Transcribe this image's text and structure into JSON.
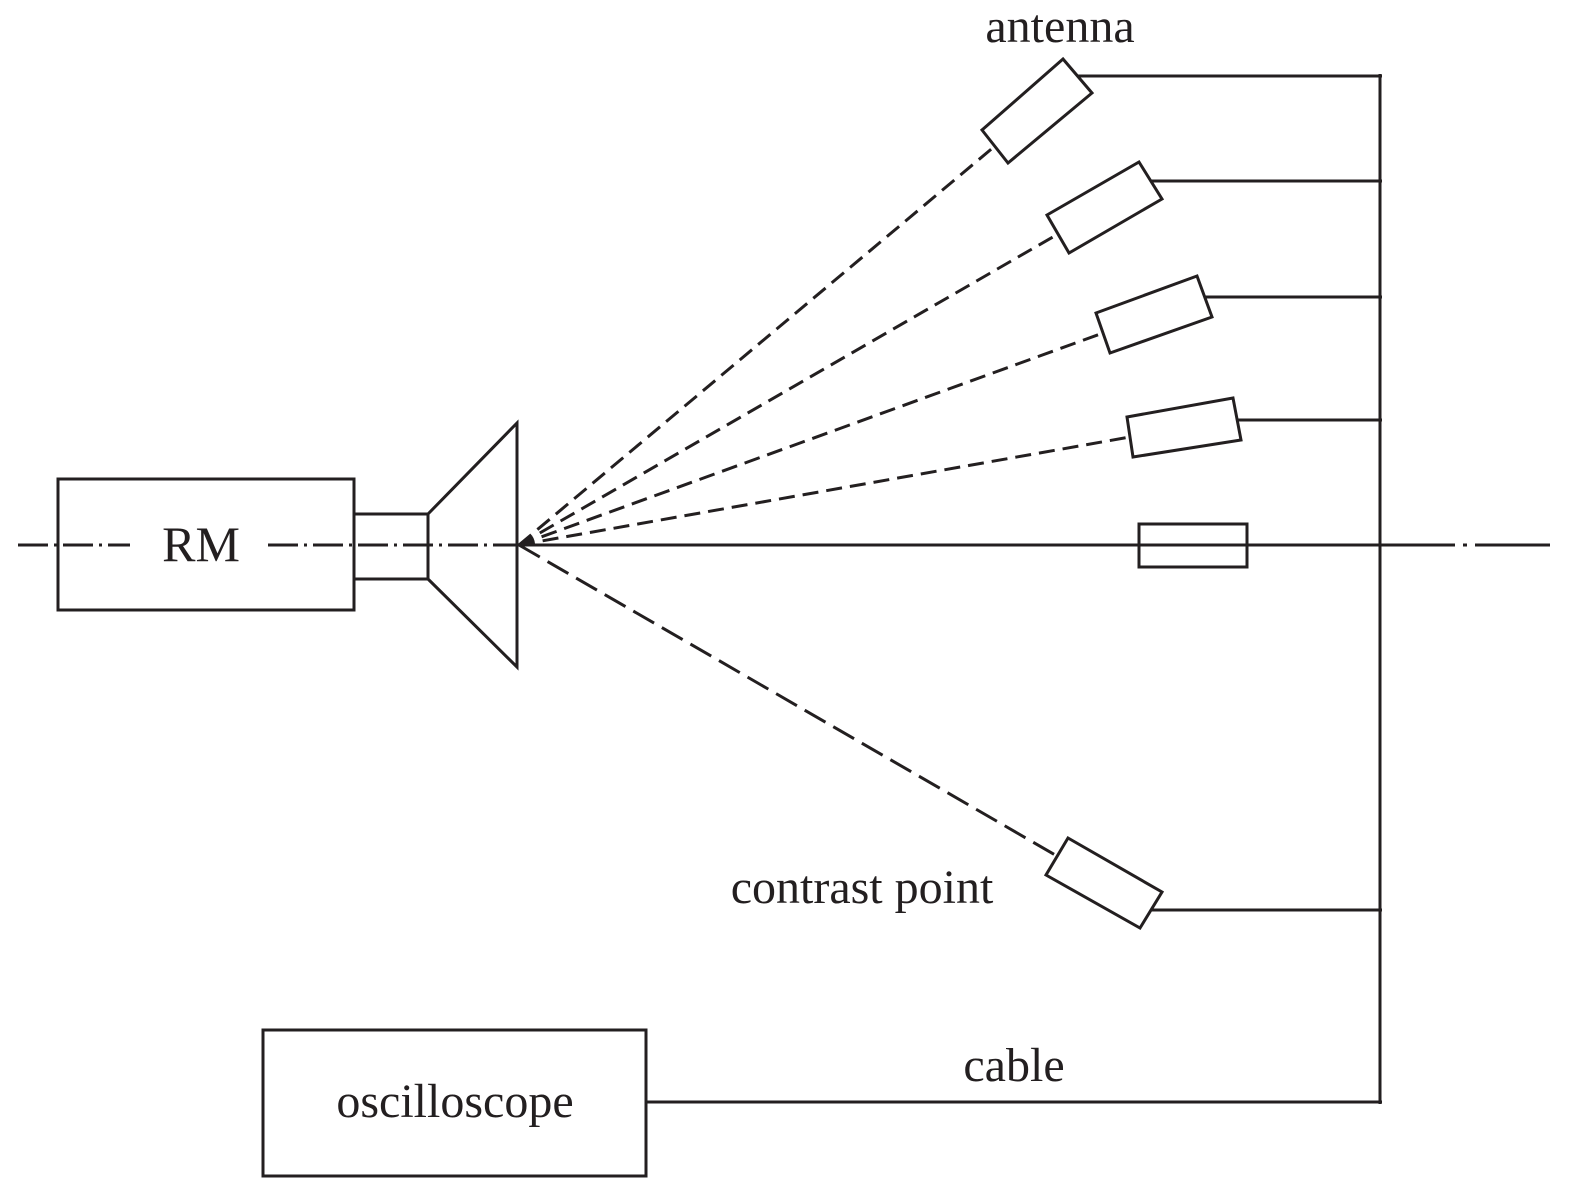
{
  "diagram": {
    "colors": {
      "ink": "#231f20",
      "background": "#ffffff"
    },
    "labels": {
      "rm": "RM",
      "antenna": "antenna",
      "contrast_point": "contrast point",
      "cable": "cable",
      "oscilloscope": "oscilloscope"
    },
    "components": [
      {
        "id": "rm",
        "type": "block",
        "label_key": "rm"
      },
      {
        "id": "horn",
        "type": "horn-emitter"
      },
      {
        "id": "antenna-1",
        "type": "antenna",
        "connection": "dashed-ray"
      },
      {
        "id": "antenna-2",
        "type": "antenna",
        "connection": "dashed-ray"
      },
      {
        "id": "antenna-3",
        "type": "antenna",
        "connection": "dashed-ray"
      },
      {
        "id": "antenna-4",
        "type": "antenna",
        "connection": "dashed-ray"
      },
      {
        "id": "antenna-axis",
        "type": "antenna",
        "connection": "solid-axis"
      },
      {
        "id": "contrast-point",
        "type": "antenna",
        "connection": "dashed-ray",
        "label_key": "contrast_point"
      },
      {
        "id": "bus",
        "type": "cable-bus"
      },
      {
        "id": "oscilloscope",
        "type": "block",
        "label_key": "oscilloscope"
      }
    ],
    "antenna_count": 6
  }
}
